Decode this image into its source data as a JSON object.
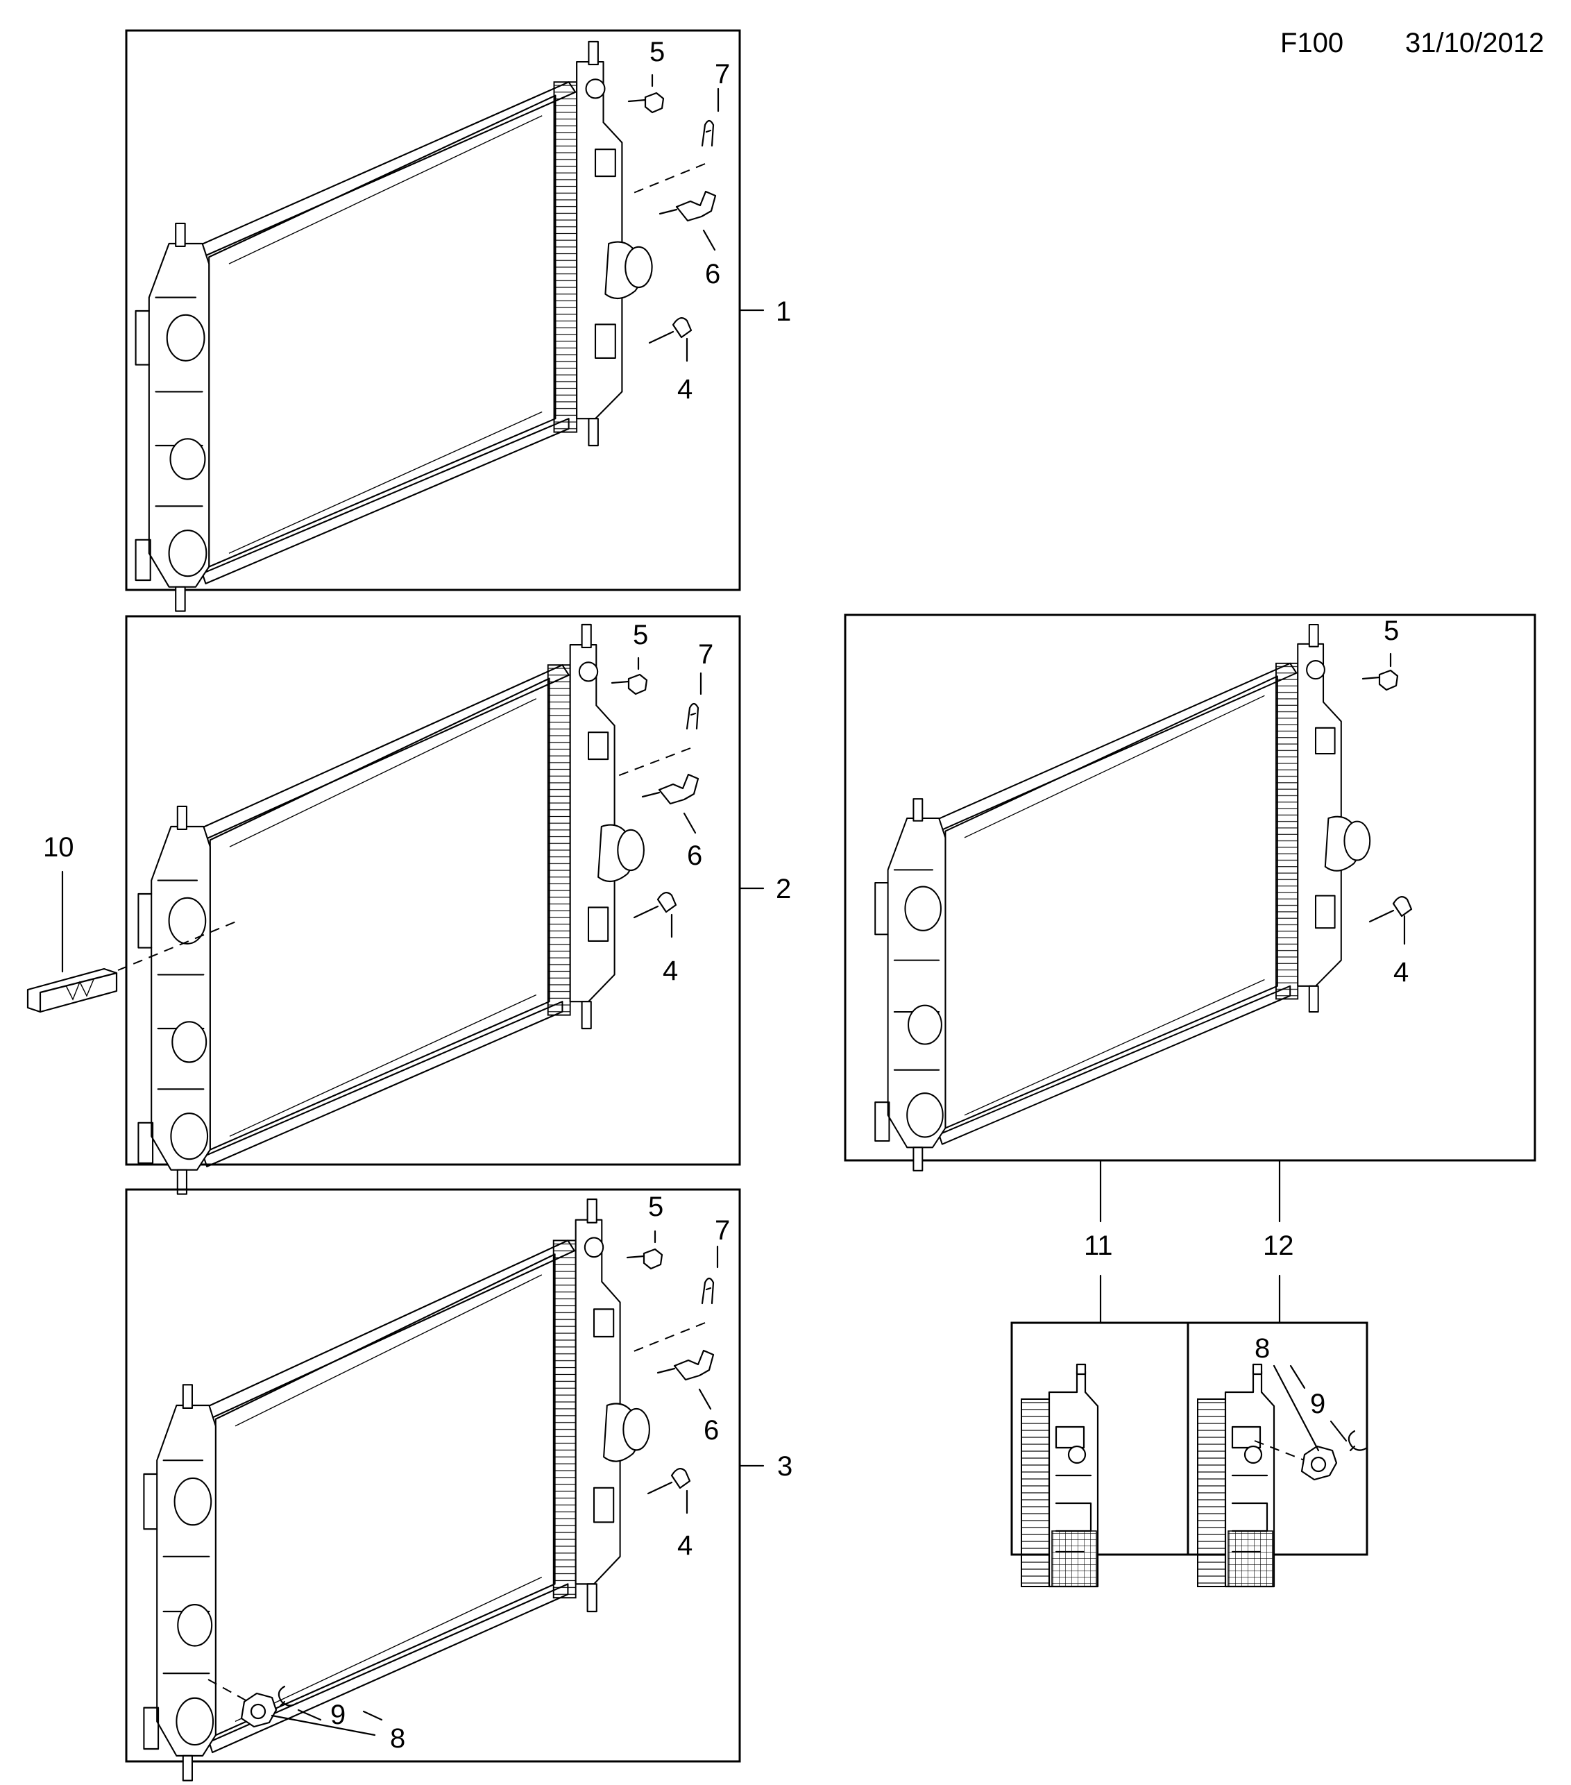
{
  "header": {
    "code": "F100",
    "date": "31/10/2012"
  },
  "callouts": {
    "c1": "1",
    "c2": "2",
    "c3": "3",
    "c4": "4",
    "c5": "5",
    "c6": "6",
    "c7": "7",
    "c8": "8",
    "c9": "9",
    "c10": "10",
    "c11": "11",
    "c12": "12"
  }
}
